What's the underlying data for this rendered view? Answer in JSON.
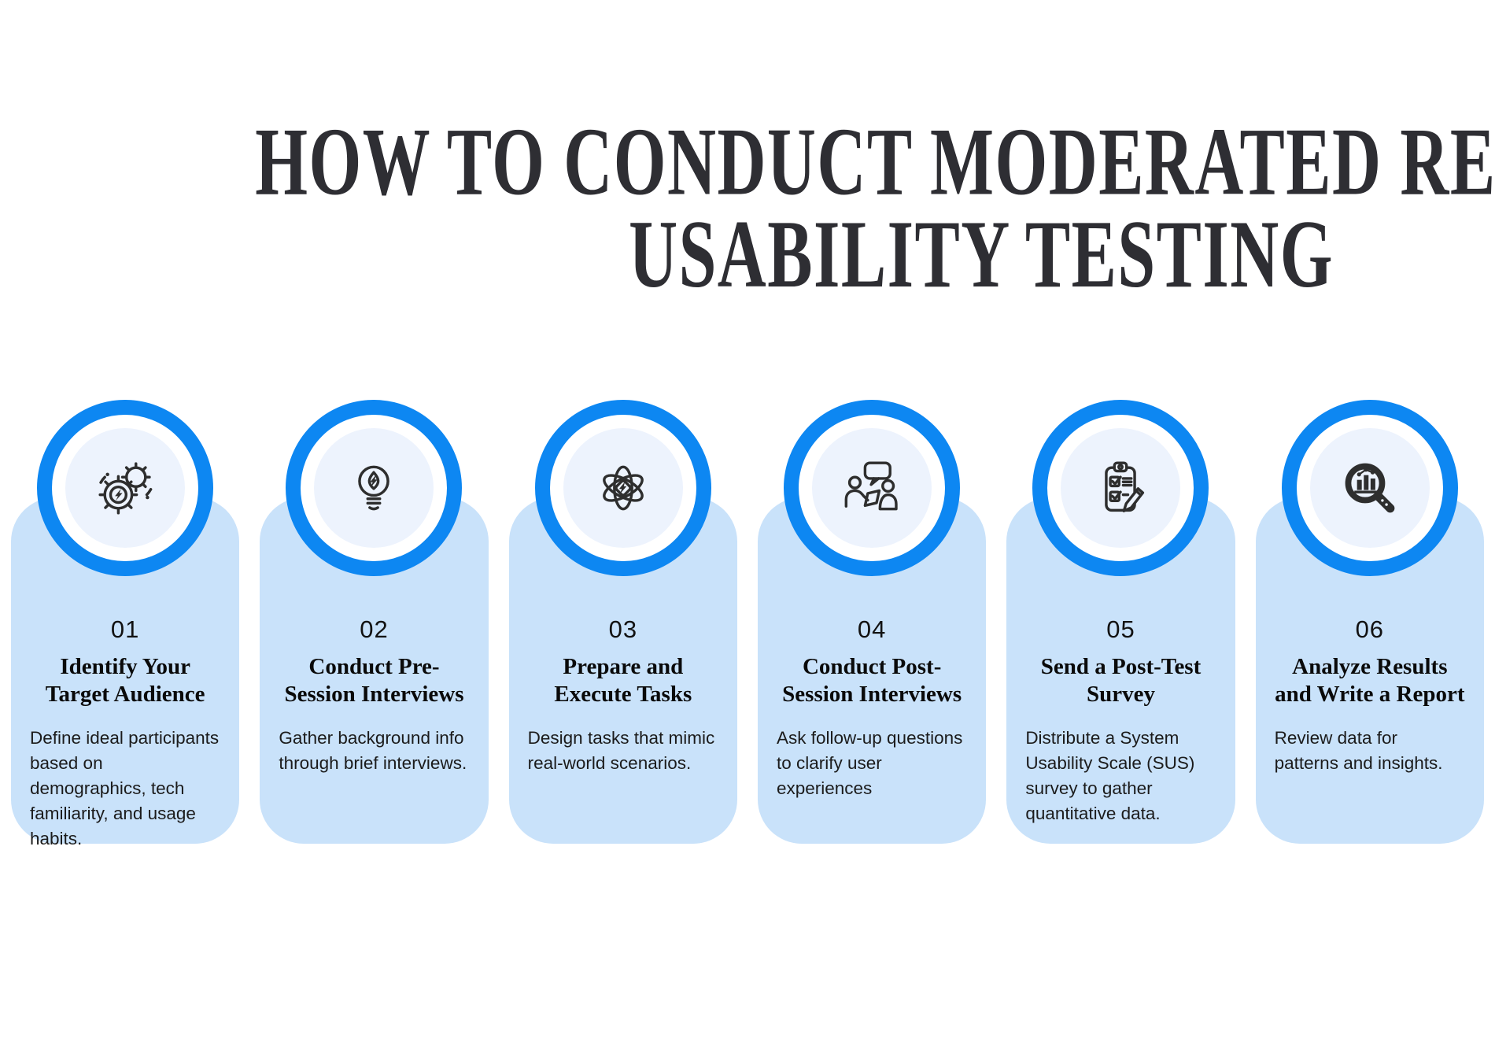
{
  "title": {
    "line1": "HOW TO CONDUCT MODERATED REMOTE",
    "line2": "USABILITY TESTING"
  },
  "colors": {
    "accent_blue": "#0d87f2",
    "card_background": "#c9e2fa",
    "circle_inner_background": "#edf3fd",
    "title_color": "#2e2e33",
    "body_text": "#1b1b1b"
  },
  "steps": [
    {
      "number": "01",
      "icon": "gears-bolt-icon",
      "title": "Identify Your Target Audience",
      "description": "Define ideal participants based on demographics, tech familiarity, and usage habits."
    },
    {
      "number": "02",
      "icon": "lightbulb-bolt-icon",
      "title": "Conduct Pre-Session Interviews",
      "description": "Gather background info through brief interviews."
    },
    {
      "number": "03",
      "icon": "atom-bolt-icon",
      "title": "Prepare and Execute Tasks",
      "description": "Design tasks that mimic real-world scenarios."
    },
    {
      "number": "04",
      "icon": "people-conversation-icon",
      "title": "Conduct Post-Session Interviews",
      "description": "Ask follow-up questions to clarify user experiences"
    },
    {
      "number": "05",
      "icon": "checklist-clipboard-icon",
      "title": "Send a Post-Test Survey",
      "description": "Distribute a System Usability Scale (SUS) survey to gather quantitative data."
    },
    {
      "number": "06",
      "icon": "magnifier-chart-icon",
      "title": "Analyze Results and Write a Report",
      "description": "Review data for patterns and insights."
    }
  ]
}
